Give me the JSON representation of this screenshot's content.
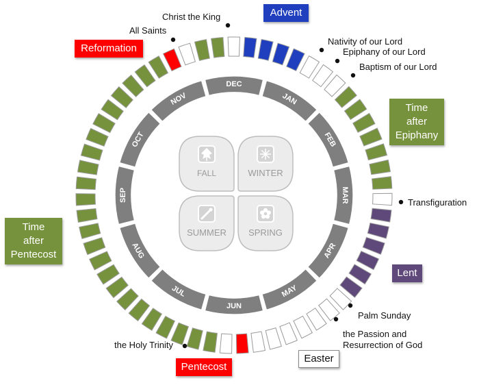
{
  "colors": {
    "green": "#76923c",
    "blue": "#1f3fbf",
    "purple": "#5f497a",
    "red": "#ff0000",
    "white": "#ffffff",
    "month_ring": "#7f7f7f"
  },
  "months": [
    "DEC",
    "JAN",
    "FEB",
    "MAR",
    "APR",
    "MAY",
    "JUN",
    "JUL",
    "AUG",
    "SEP",
    "OCT",
    "NOV"
  ],
  "seasons": {
    "winter": "WINTER",
    "spring": "SPRING",
    "summer": "SUMMER",
    "fall": "FALL"
  },
  "icons": {
    "winter": "snowflake-icon",
    "spring": "flower-icon",
    "summer": "sun-icon",
    "fall": "leaf-icon"
  },
  "weeks": [
    "blue",
    "blue",
    "blue",
    "blue",
    "white",
    "white",
    "white",
    "green",
    "green",
    "green",
    "green",
    "green",
    "green",
    "green",
    "white",
    "purple",
    "purple",
    "purple",
    "purple",
    "purple",
    "purple",
    "white",
    "white",
    "white",
    "white",
    "white",
    "white",
    "white",
    "red",
    "white",
    "green",
    "green",
    "green",
    "green",
    "green",
    "green",
    "green",
    "green",
    "green",
    "green",
    "green",
    "green",
    "green",
    "green",
    "green",
    "green",
    "green",
    "green",
    "green",
    "green",
    "green",
    "green",
    "green",
    "green",
    "red",
    "white",
    "green",
    "green",
    "white"
  ],
  "seasons_labels": {
    "advent": "Advent",
    "epiphany": [
      "Time",
      "after",
      "Epiphany"
    ],
    "lent": "Lent",
    "easter": "Easter",
    "pentecost": "Pentecost",
    "after_pentecost": [
      "Time",
      "after",
      "Pentecost"
    ],
    "reformation": "Reformation"
  },
  "festivals": {
    "christ_the_king": "Christ the King",
    "all_saints": "All Saints",
    "nativity": "Nativity of our Lord",
    "epiphany": "Epiphany of our Lord",
    "baptism": "Baptism of our Lord",
    "transfiguration": "Transfiguration",
    "palm_sunday": "Palm Sunday",
    "passion": [
      "the Passion and",
      "Resurrection of God"
    ],
    "holy_trinity": "the Holy Trinity"
  }
}
